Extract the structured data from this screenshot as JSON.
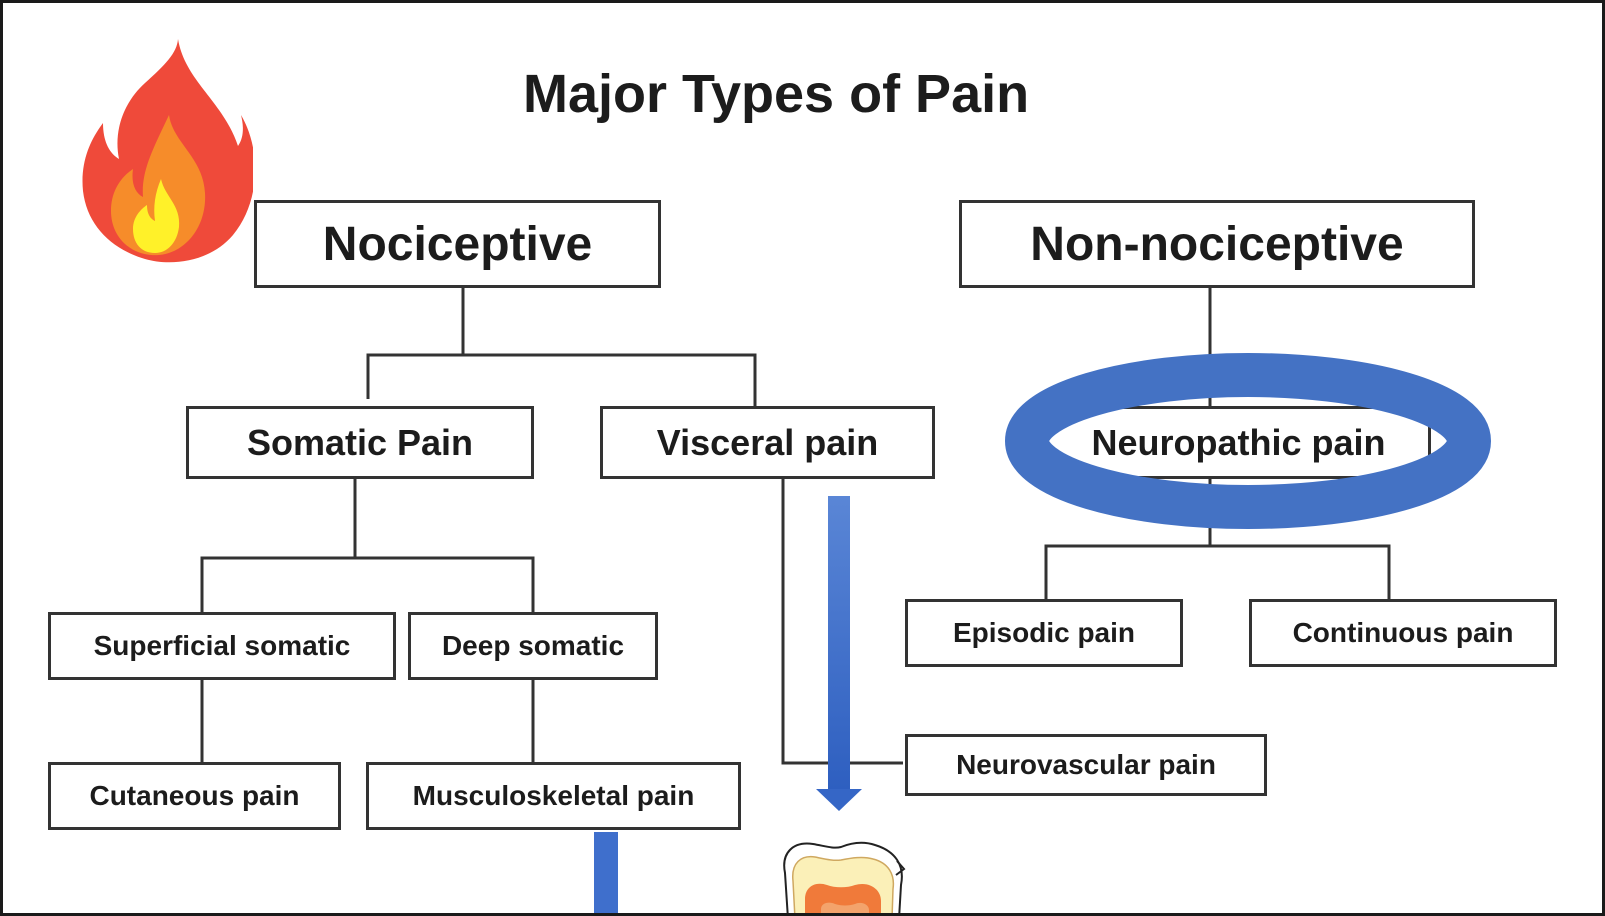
{
  "diagram": {
    "title": "Major Types of Pain",
    "nodes": {
      "nociceptive": "Nociceptive",
      "non_nociceptive": "Non-nociceptive",
      "somatic": "Somatic Pain",
      "visceral": "Visceral pain",
      "neuropathic": "Neuropathic pain",
      "superficial_somatic": "Superficial somatic",
      "deep_somatic": "Deep somatic",
      "episodic": "Episodic pain",
      "continuous": "Continuous pain",
      "neurovascular": "Neurovascular pain",
      "cutaneous": "Cutaneous pain",
      "musculoskeletal": "Musculoskeletal pain"
    },
    "highlight_color": "#4472c4",
    "icons": [
      "fire-icon",
      "tooth-icon"
    ]
  }
}
